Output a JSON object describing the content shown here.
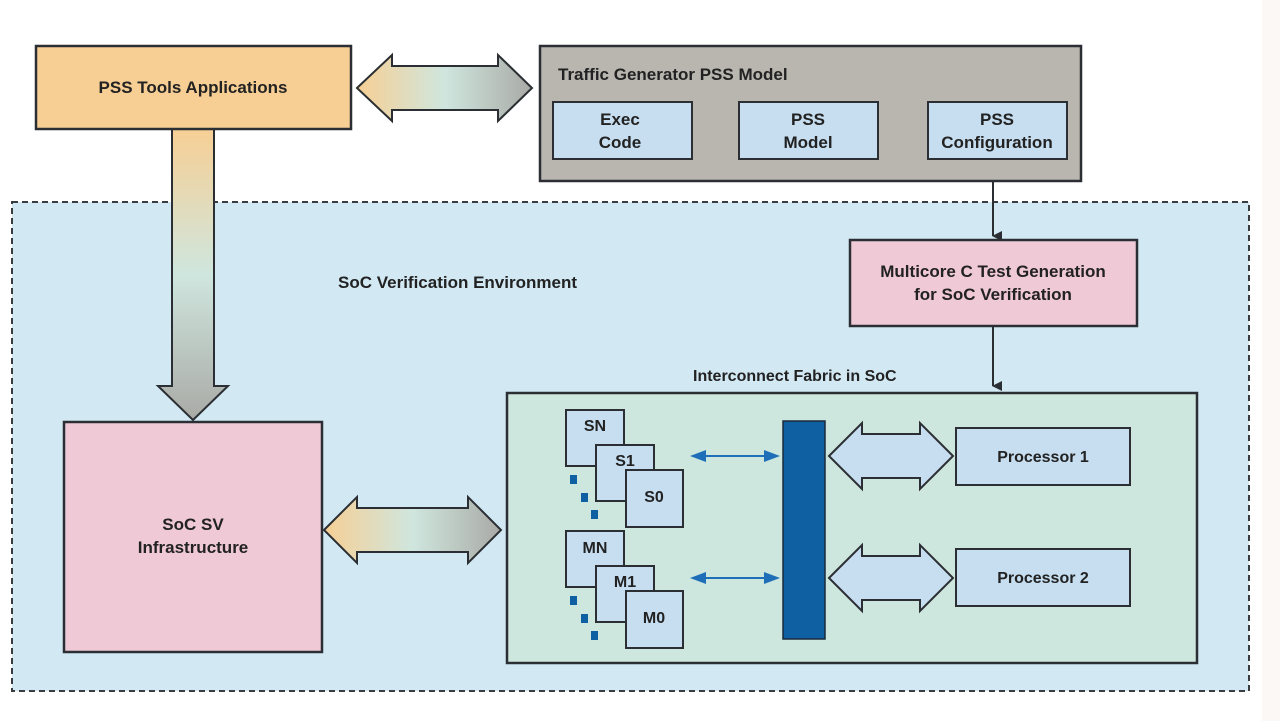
{
  "colors": {
    "background": "#ffffff",
    "environment_fill": "#d2e9f4",
    "tools_fill": "#f7cf94",
    "model_fill": "#b9b6b0",
    "inner_box_fill": "#c6def0",
    "pink_fill": "#f0c9d7",
    "fabric_fill": "#cde6de",
    "bus_fill": "#0f5fa3",
    "link_arrow": "#1f6fb8",
    "border": "#2b2f33"
  },
  "tools_box": {
    "label": "PSS Tools Applications"
  },
  "traffic_model": {
    "title": "Traffic Generator PSS Model",
    "items": [
      {
        "line1": "Exec",
        "line2": "Code"
      },
      {
        "line1": "PSS",
        "line2": "Model"
      },
      {
        "line1": "PSS",
        "line2": "Configuration"
      }
    ]
  },
  "environment": {
    "label": "SoC Verification Environment"
  },
  "test_generation": {
    "line1": "Multicore C Test Generation",
    "line2": "for SoC Verification"
  },
  "infrastructure": {
    "line1": "SoC SV",
    "line2": "Infrastructure"
  },
  "fabric": {
    "label": "Interconnect Fabric in SoC",
    "slaves": [
      "SN",
      "S1",
      "S0"
    ],
    "masters": [
      "MN",
      "M1",
      "M0"
    ],
    "processors": [
      "Processor 1",
      "Processor 2"
    ]
  }
}
